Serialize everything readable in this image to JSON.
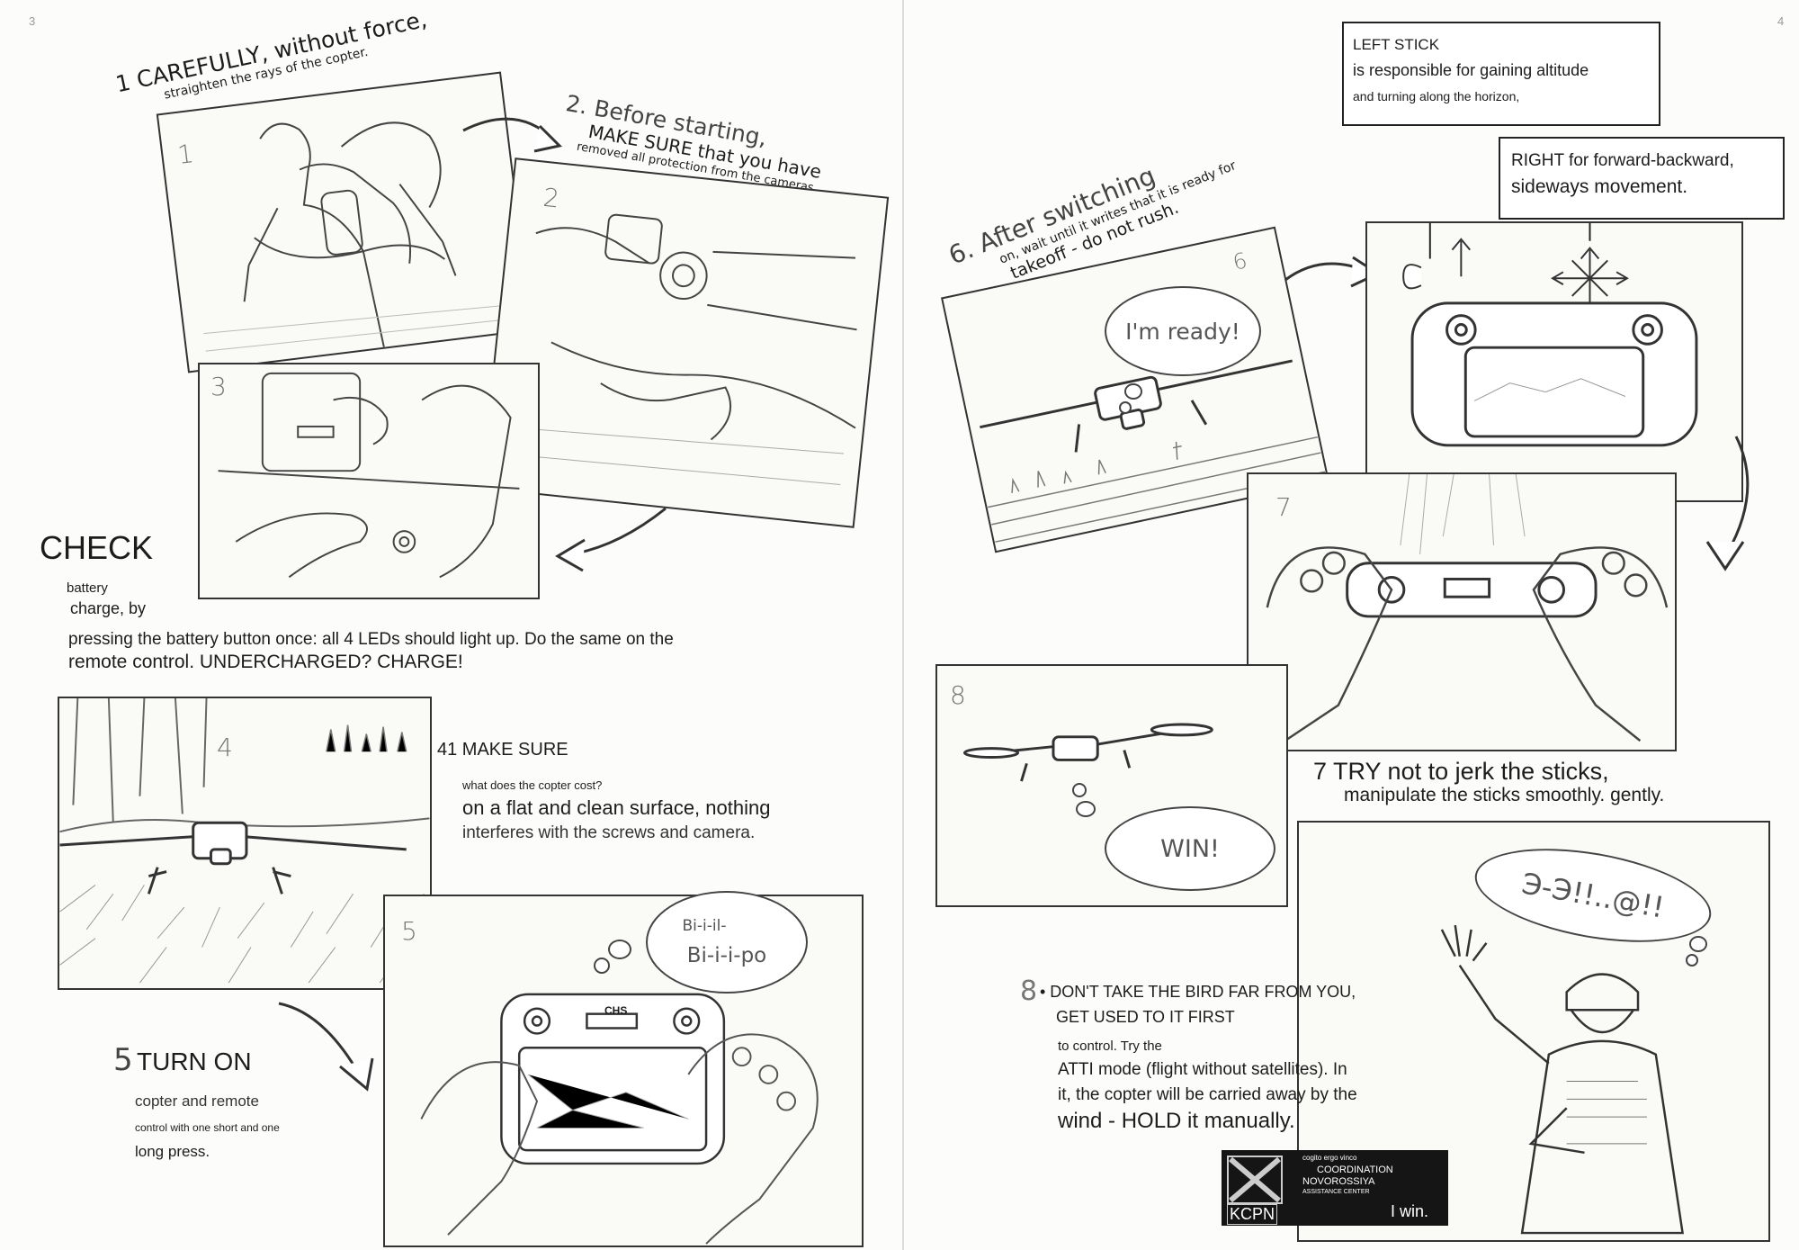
{
  "pages": {
    "left_number": "3",
    "right_number": "4"
  },
  "step1": {
    "title": "1 CAREFULLY, without force,",
    "subtitle": "straighten the rays of the copter."
  },
  "step2": {
    "title": "2. Before starting,",
    "emphasis": "MAKE SURE that you have",
    "detail": "removed all protection from the cameras"
  },
  "panel_numbers": {
    "p1": "1",
    "p2": "2",
    "p3": "3",
    "p4": "4",
    "p5": "5",
    "p6": "6",
    "p7": "7",
    "p8": "8",
    "p8_note": "8"
  },
  "check": {
    "heading": "CHECK",
    "line1": "battery",
    "line2": "charge, by",
    "line3": "pressing the battery button once: all 4 LEDs should light up. Do the same on the",
    "line4": "remote control. UNDERCHARGED? CHARGE!"
  },
  "step41": {
    "title": "41 MAKE SURE",
    "small": "what does the copter cost?",
    "line1": "on a flat and clean surface, nothing",
    "line2": "interferes with the screws and camera."
  },
  "step5": {
    "number": "5",
    "title": "TURN ON",
    "line1": "copter and remote",
    "line2": "control with one short and one",
    "line3": "long press.",
    "bubble_small": "Bi-i-il-",
    "bubble_big": "Bi-i-i-po",
    "controller_brand": "CHS"
  },
  "step6": {
    "title": "6. After switching",
    "line1": "on, wait until it writes that it is ready for",
    "line2": "takeoff - do not rush.",
    "bubble": "I'm ready!"
  },
  "sticks": {
    "left_title": "LEFT STICK",
    "left_line1": "is responsible for gaining altitude",
    "left_line2": "and turning along the horizon,",
    "right_line1": "RIGHT for forward-backward,",
    "right_line2": "sideways movement."
  },
  "step7": {
    "title": "7 TRY not to jerk the sticks,",
    "line": "manipulate the sticks smoothly. gently."
  },
  "step8": {
    "bubble": "WIN!",
    "shout": "Э-Э!!..@!!",
    "line1": "• DON'T TAKE THE BIRD FAR FROM YOU,",
    "line2": "GET USED TO IT FIRST",
    "line3": "to control. Try the",
    "line4": "ATTI mode (flight without satellites). In",
    "line5": "it, the copter will be carried away by the",
    "line6": "wind - HOLD it manually."
  },
  "logo": {
    "motto": "cogito ergo vinco",
    "org1": "COORDINATION",
    "org2": "NOVOROSSIYA",
    "org3": "ASSISTANCE CENTER",
    "abbr": "KCPN",
    "mark": "I win."
  },
  "colors": {
    "ink": "#1c1c1c",
    "paper": "#fcfcfa",
    "pencil": "#555555",
    "logo_bg": "#151515"
  }
}
